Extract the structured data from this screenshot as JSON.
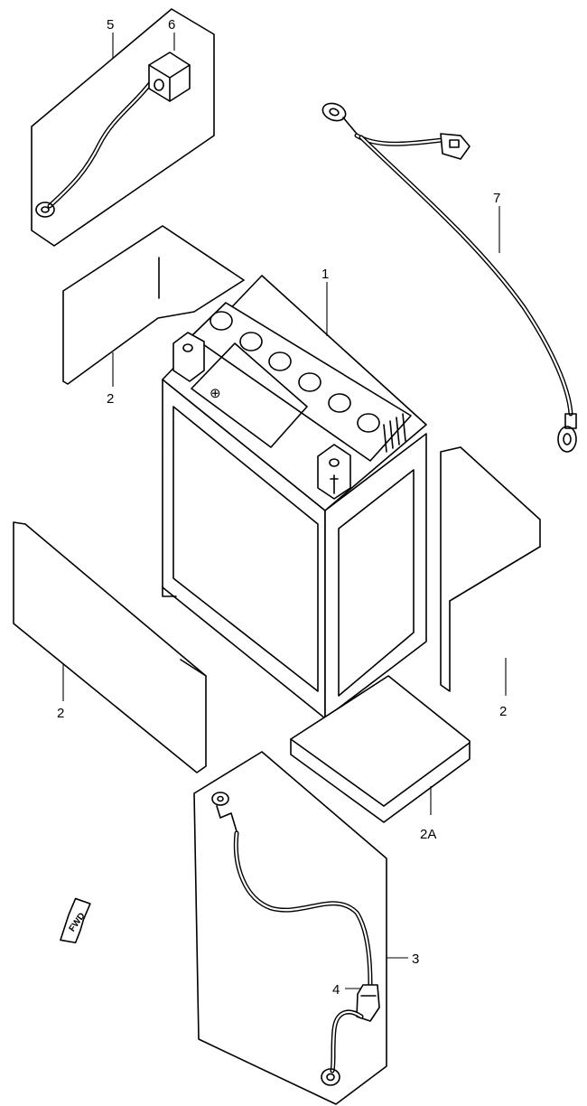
{
  "callouts": {
    "battery": "1",
    "pad_upper_left": "2",
    "pad_left": "2",
    "pad_right": "2",
    "pad_bottom": "2A",
    "cable_negative": "3",
    "boot_negative": "4",
    "cable_upper": "5",
    "cap_upper": "6",
    "cable_right": "7"
  },
  "direction_badge": "FWD",
  "terminal_symbol": "⊕"
}
